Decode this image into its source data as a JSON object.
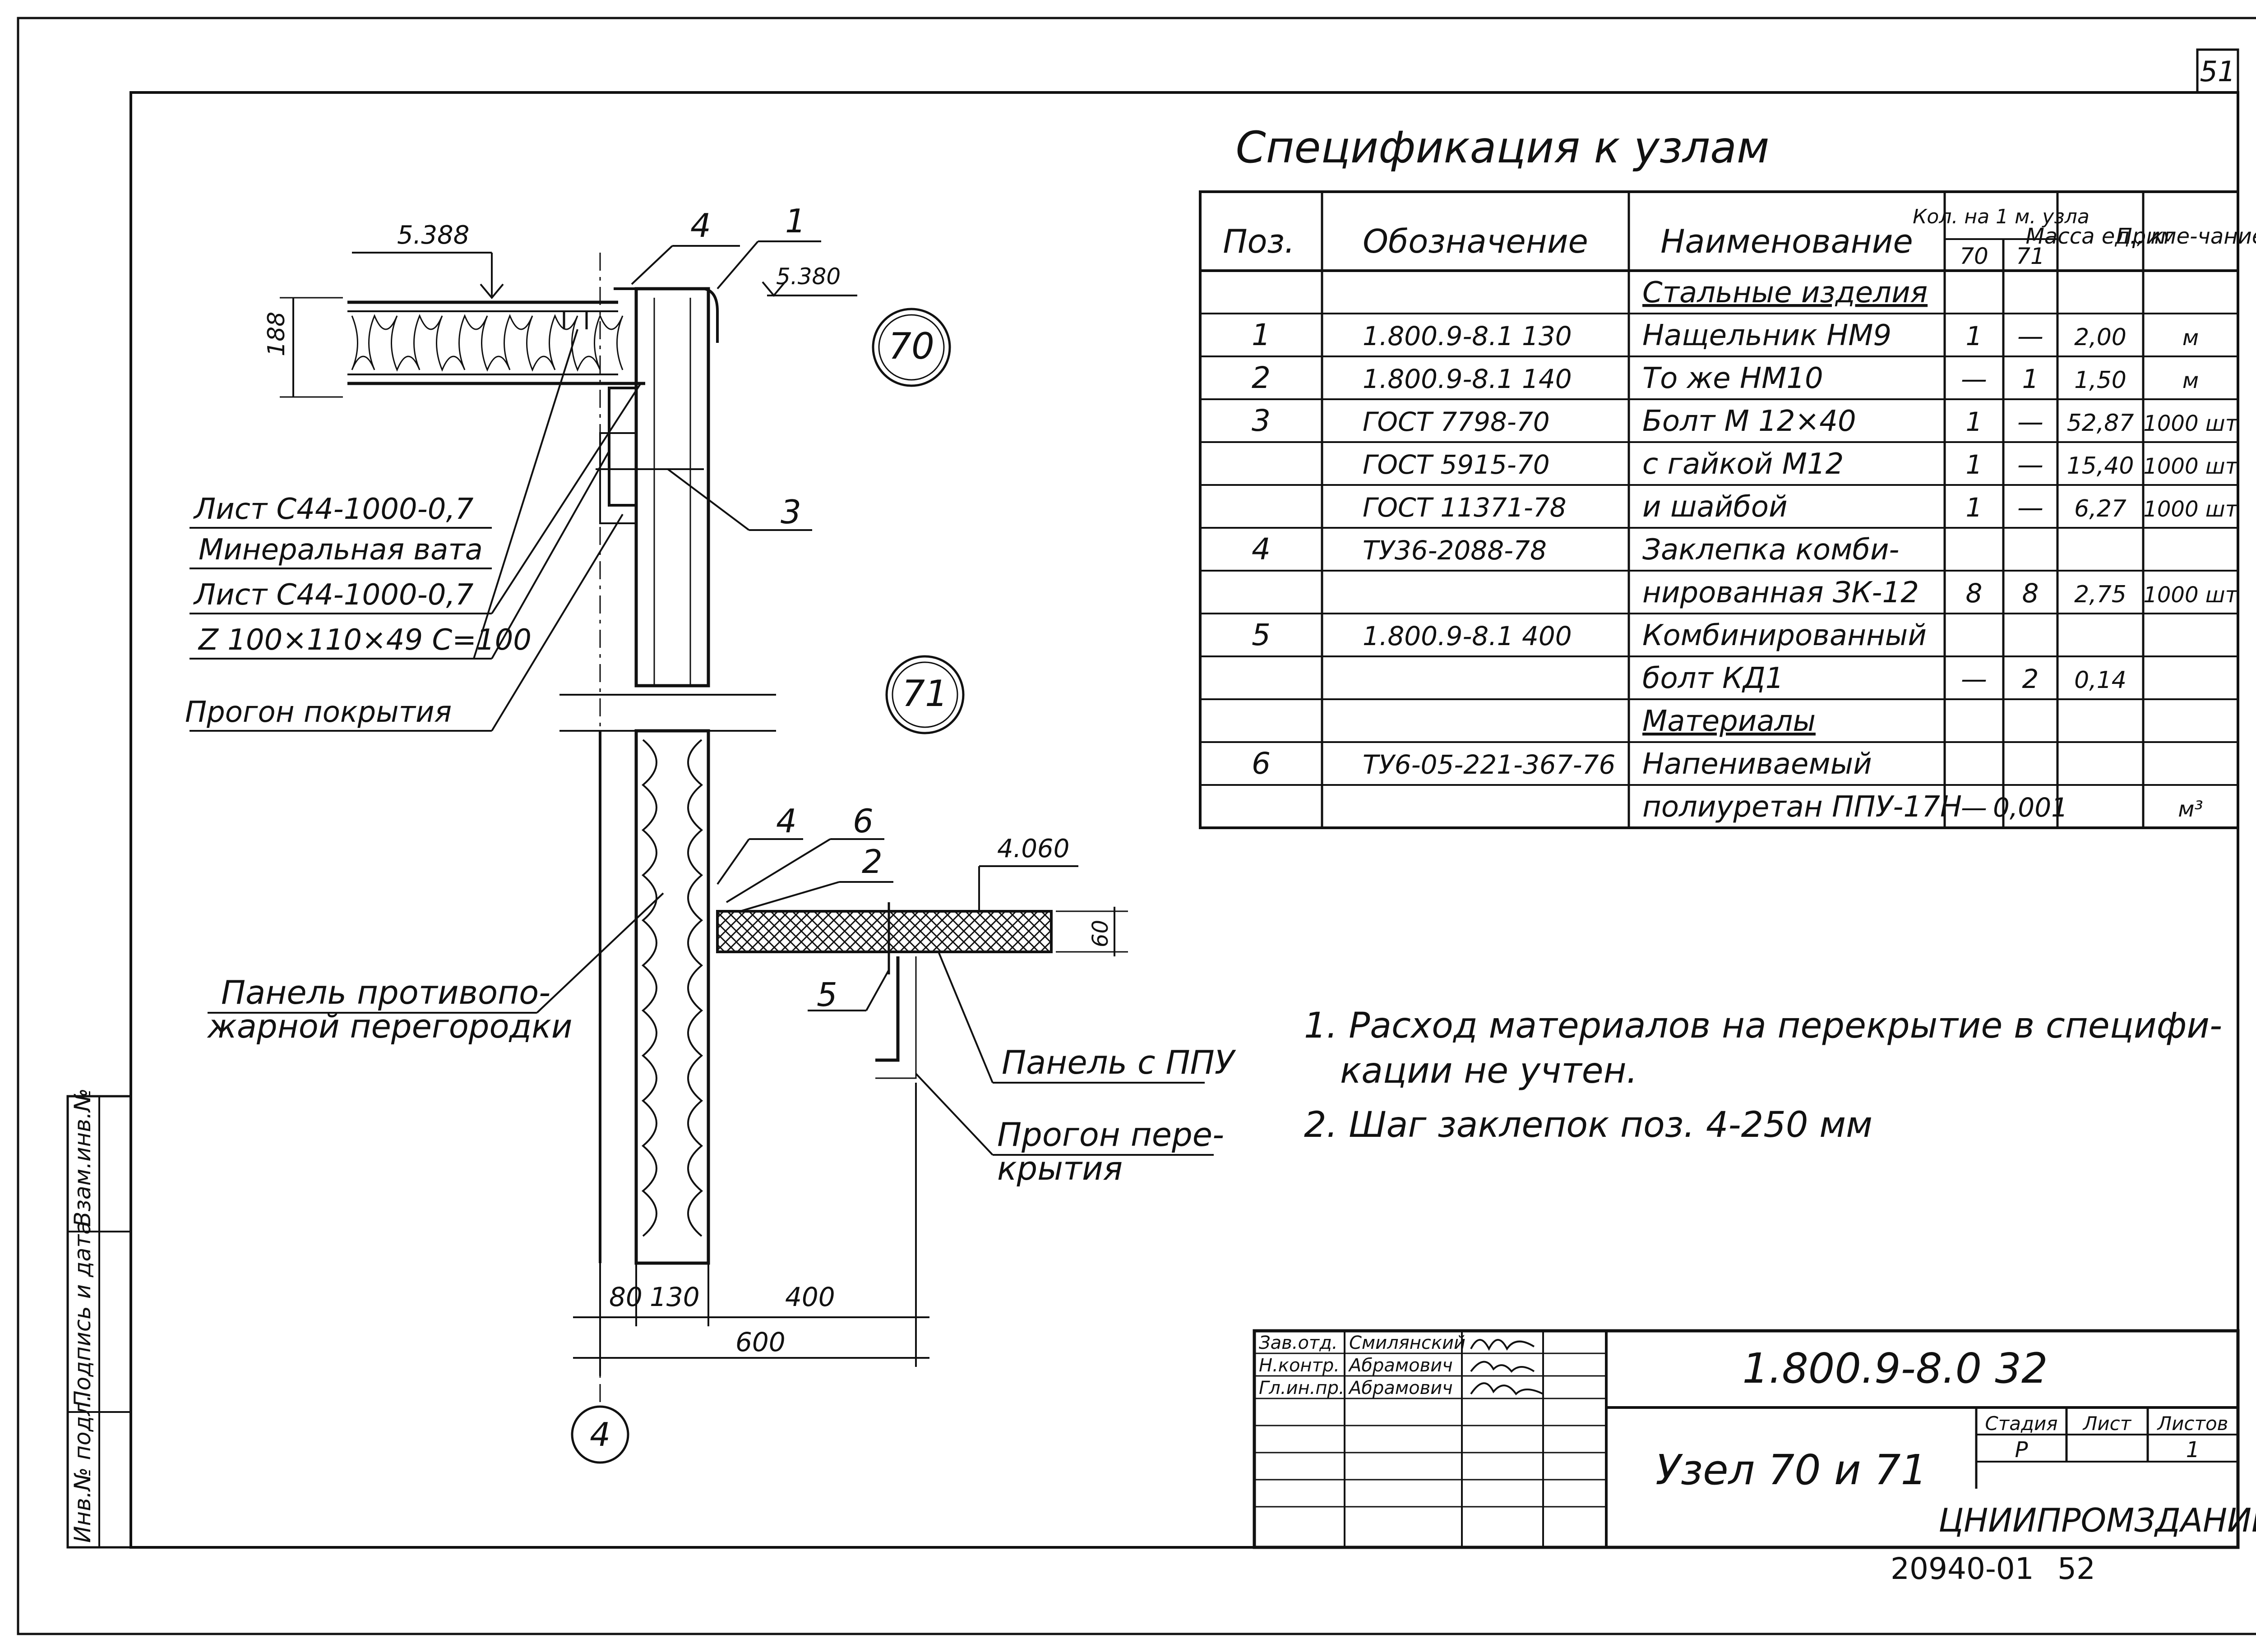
{
  "sheet_number": "51",
  "spec_title": "Спецификация к узлам",
  "spec_table": {
    "headers": {
      "pos": "Поз.",
      "designation": "Обозначение",
      "name": "Наименование",
      "qty_group": "Кол. на 1 м. узла",
      "qty70": "70",
      "qty71": "71",
      "mass": "Масса ед., кг",
      "note": "Приме-чание"
    },
    "rows": [
      {
        "pos": "",
        "designation": "",
        "name": "Стальные изделия",
        "q70": "",
        "q71": "",
        "mass": "",
        "note": ""
      },
      {
        "pos": "1",
        "designation": "1.800.9-8.1 130",
        "name": "Нащельник НМ9",
        "q70": "1",
        "q71": "—",
        "mass": "2,00",
        "note": "м"
      },
      {
        "pos": "2",
        "designation": "1.800.9-8.1 140",
        "name": "То же НМ10",
        "q70": "—",
        "q71": "1",
        "mass": "1,50",
        "note": "м"
      },
      {
        "pos": "3",
        "designation": "ГОСТ 7798-70",
        "name": "Болт М 12×40",
        "q70": "1",
        "q71": "—",
        "mass": "52,87",
        "note": "1000 шт"
      },
      {
        "pos": "",
        "designation": "ГОСТ 5915-70",
        "name": "с гайкой М12",
        "q70": "1",
        "q71": "—",
        "mass": "15,40",
        "note": "1000 шт"
      },
      {
        "pos": "",
        "designation": "ГОСТ 11371-78",
        "name": "и шайбой",
        "q70": "1",
        "q71": "—",
        "mass": "6,27",
        "note": "1000 шт"
      },
      {
        "pos": "4",
        "designation": "ТУ36-2088-78",
        "name": "Заклепка комби-",
        "q70": "",
        "q71": "",
        "mass": "",
        "note": ""
      },
      {
        "pos": "",
        "designation": "",
        "name": "нированная ЗК-12",
        "q70": "8",
        "q71": "8",
        "mass": "2,75",
        "note": "1000 шт"
      },
      {
        "pos": "5",
        "designation": "1.800.9-8.1 400",
        "name": "Комбинированный",
        "q70": "",
        "q71": "",
        "mass": "",
        "note": ""
      },
      {
        "pos": "",
        "designation": "",
        "name": "болт КД1",
        "q70": "—",
        "q71": "2",
        "mass": "0,14",
        "note": ""
      },
      {
        "pos": "",
        "designation": "",
        "name": "Материалы",
        "q70": "",
        "q71": "",
        "mass": "",
        "note": ""
      },
      {
        "pos": "6",
        "designation": "ТУ6-05-221-367-76",
        "name": "Напениваемый",
        "q70": "",
        "q71": "",
        "mass": "",
        "note": ""
      },
      {
        "pos": "",
        "designation": "",
        "name": "полиуретан ППУ-17Н",
        "q70": "—",
        "q71": "0,001",
        "mass": "",
        "note": "м³"
      }
    ]
  },
  "notes": [
    "1. Расход материалов на перекрытие в специфи-",
    "кации не учтен.",
    "2. Шаг заклепок поз. 4-250 мм"
  ],
  "drawing": {
    "level_top_left": "5.388",
    "level_top_right": "5.380",
    "level_floor": "4.060",
    "dim_188": "188",
    "dim_60": "60",
    "dim_80": "80",
    "dim_130": "130",
    "dim_400": "400",
    "dim_600": "600",
    "axis_label": "4",
    "node70": "70",
    "node71": "71",
    "pos1": "1",
    "pos2": "2",
    "pos3": "3",
    "pos4a": "4",
    "pos4b": "4",
    "pos5": "5",
    "pos6": "6",
    "leader_labels": [
      "Лист С44-1000-0,7",
      "Минеральная вата",
      "Лист С44-1000-0,7",
      "Z 100×110×49 C=100",
      "Прогон покрытия"
    ],
    "partition_label": [
      "Панель противопо-",
      "жарной перегородки"
    ],
    "ppu_panel": "Панель с ППУ",
    "purlin_floor": [
      "Прогон пере-",
      "крытия"
    ]
  },
  "side_stamp": [
    "Инв.№ подл.",
    "Подпись и дата",
    "Взам.инв.№"
  ],
  "title_block": {
    "code": "1.800.9-8.0 32",
    "title": "Узел 70 и 71",
    "org": "ЦНИИПРОМЗДАНИЙ",
    "stage_label": "Стадия",
    "sheet_label": "Лист",
    "sheets_label": "Листов",
    "stage": "Р",
    "sheet": "",
    "sheets": "1",
    "people": [
      {
        "role": "Зав.отд.",
        "name": "Смилянский"
      },
      {
        "role": "Н.контр.",
        "name": "Абрамович"
      },
      {
        "role": "Гл.ин.пр.",
        "name": "Абрамович"
      }
    ]
  },
  "archive_number": "20940-01",
  "archive_page": "52"
}
